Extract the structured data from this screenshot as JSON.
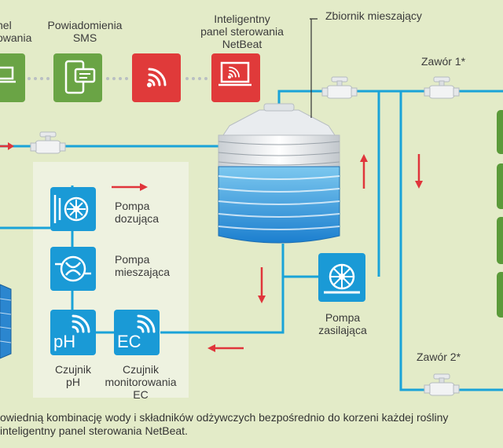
{
  "top_items": {
    "panel_partial": [
      "nel",
      "owania"
    ],
    "sms": [
      "Powiadomienia",
      "SMS"
    ],
    "netbeat": [
      "Inteligentny",
      "panel sterowania",
      "NetBeat"
    ]
  },
  "tank_label": "Zbiornik mieszający",
  "valve1_label": "Zawór 1*",
  "valve2_label": "Zawór 2*",
  "pumps": {
    "dosing": [
      "Pompa",
      "dozująca"
    ],
    "mixing": [
      "Pompa",
      "mieszająca"
    ],
    "feed": [
      "Pompa",
      "zasilająca"
    ]
  },
  "sensors": {
    "ph_icon": "pH",
    "ec_icon": "EC",
    "ph": [
      "Czujnik",
      "pH"
    ],
    "ec": [
      "Czujnik",
      "monitorowania",
      "EC"
    ]
  },
  "caption": [
    "owiednią kombinację wody i składników odżywczych bezpośrednio do korzeni każdej rośliny",
    "inteligentny panel sterowania NetBeat."
  ],
  "colors": {
    "background": "#e3ebc8",
    "pipe": "#1aa3d8",
    "icon_blue": "#1a9ad6",
    "icon_green": "#6aa445",
    "icon_red": "#e03a3a",
    "arrow": "#e0353b"
  },
  "icons": [
    "laptop-icon",
    "smartphone-sms-icon",
    "wifi-signal-icon",
    "laptop-wifi-icon",
    "valve-icon",
    "pump-gear-icon",
    "mixer-icon",
    "ph-sensor-icon",
    "ec-sensor-icon"
  ]
}
